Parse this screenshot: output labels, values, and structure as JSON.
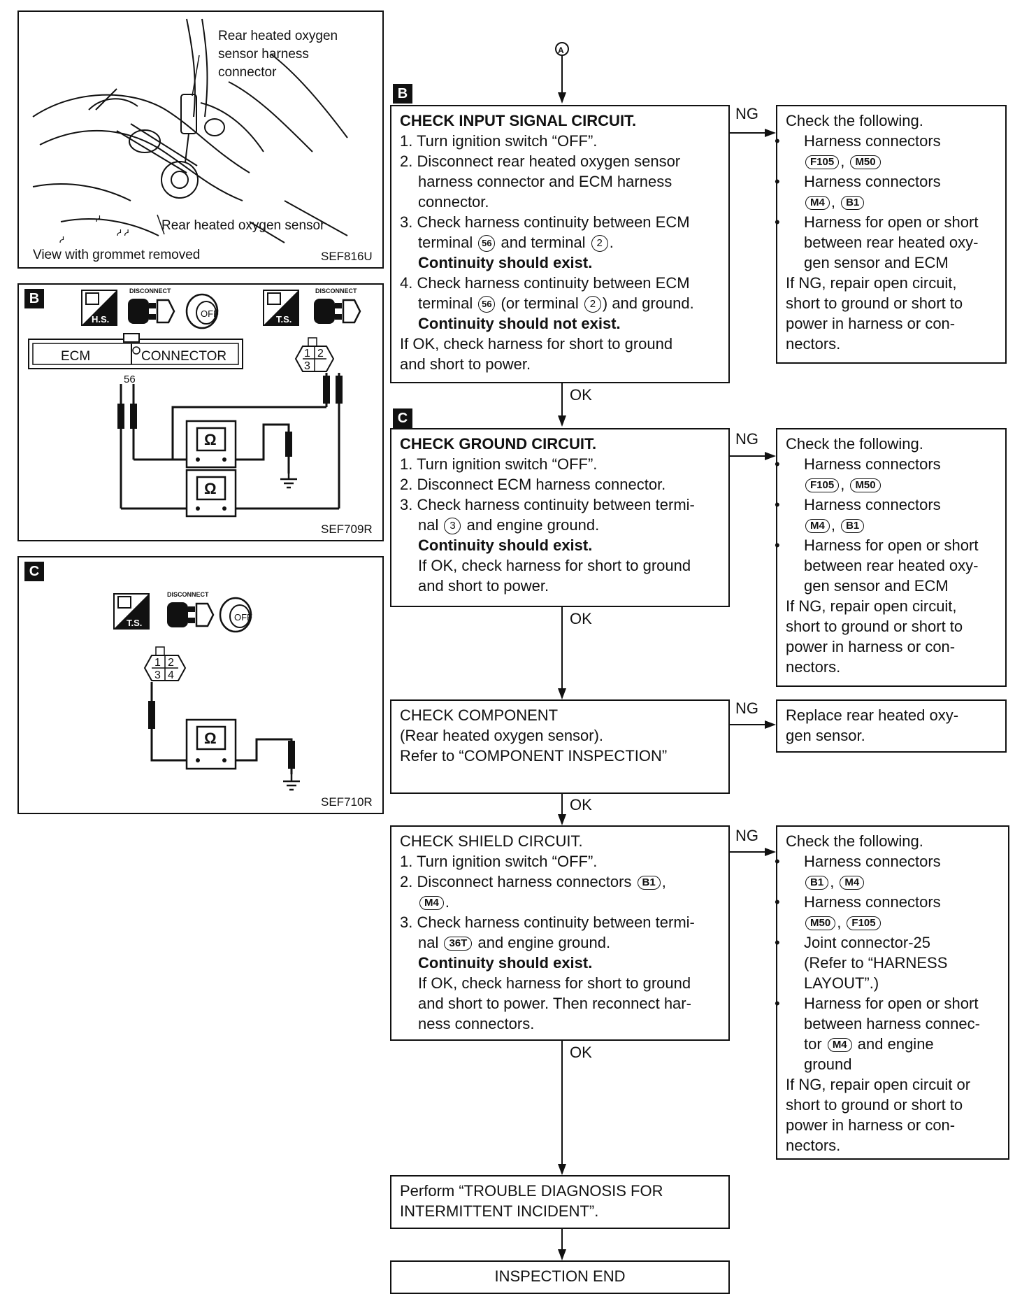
{
  "figures": {
    "sef816u": {
      "label_connector": [
        "Rear heated oxygen",
        "sensor harness",
        "connector"
      ],
      "label_sensor": "Rear heated oxygen sensor",
      "label_view": "View with grommet removed",
      "code": "SEF816U"
    },
    "sef709r": {
      "step": "B",
      "ecm": "ECM",
      "connector": "CONNECTOR",
      "terminal": "56",
      "pins": [
        "1",
        "2",
        "3"
      ],
      "hs": "H.S.",
      "ts": "T.S.",
      "disconnect": "DISCONNECT",
      "off": "OFF",
      "ohm": "Ω",
      "code": "SEF709R"
    },
    "sef710r": {
      "step": "C",
      "pins": [
        "1",
        "2",
        "3",
        "4"
      ],
      "ts": "T.S.",
      "disconnect": "DISCONNECT",
      "off": "OFF",
      "ohm": "Ω",
      "code": "SEF710R"
    }
  },
  "flow": {
    "start_marker": "A",
    "ng": "NG",
    "ok": "OK",
    "step_b": {
      "letter": "B",
      "title": "CHECK INPUT SIGNAL CIRCUIT.",
      "l1": "1. Turn ignition switch “OFF”.",
      "l2a": "2. Disconnect rear heated oxygen sensor",
      "l2b": "harness connector and ECM harness",
      "l2c": "connector.",
      "l3a": "3. Check harness continuity between ECM",
      "l3b_pre": "terminal",
      "l3b_t1": "56",
      "l3b_mid": "and terminal",
      "l3b_t2": "2",
      "l3c": "Continuity should exist.",
      "l4a": "4. Check harness continuity between ECM",
      "l4b_pre": "terminal",
      "l4b_t1": "56",
      "l4b_mid": "(or terminal",
      "l4b_t2": "2",
      "l4b_post": ") and ground.",
      "l4c": "Continuity should not exist.",
      "l5": "If OK, check harness for short to ground",
      "l6": "and short to power."
    },
    "step_b_ng": {
      "title": "Check the following.",
      "b1": "Harness connectors",
      "b1c": [
        "F105",
        "M50"
      ],
      "b2": "Harness connectors",
      "b2c": [
        "M4",
        "B1"
      ],
      "b3a": "Harness for open or short",
      "b3b": "between rear heated oxy-",
      "b3c": "gen sensor and ECM",
      "r1": "If NG, repair open circuit,",
      "r2": "short to ground or short to",
      "r3": "power in harness or con-",
      "r4": "nectors."
    },
    "step_c": {
      "letter": "C",
      "title": "CHECK GROUND CIRCUIT.",
      "l1": "1. Turn ignition switch “OFF”.",
      "l2": "2. Disconnect ECM harness connector.",
      "l3a": "3. Check harness continuity between termi-",
      "l3b_pre": "nal",
      "l3b_t": "3",
      "l3b_post": "and engine ground.",
      "l3c": "Continuity should exist.",
      "l4": "If OK, check harness for short to ground",
      "l5": "and short to power."
    },
    "step_c_ng": {
      "title": "Check the following.",
      "b1": "Harness connectors",
      "b1c": [
        "F105",
        "M50"
      ],
      "b2": "Harness connectors",
      "b2c": [
        "M4",
        "B1"
      ],
      "b3a": "Harness for open or short",
      "b3b": "between rear heated oxy-",
      "b3c": "gen sensor and ECM",
      "r1": "If NG, repair open circuit,",
      "r2": "short to ground or short to",
      "r3": "power in harness or con-",
      "r4": "nectors."
    },
    "component": {
      "l1": "CHECK COMPONENT",
      "l2": "(Rear heated oxygen sensor).",
      "l3": "Refer to “COMPONENT INSPECTION”"
    },
    "component_ng": {
      "l1": "Replace rear heated oxy-",
      "l2": "gen sensor."
    },
    "shield": {
      "title": "CHECK SHIELD CIRCUIT.",
      "l1": "1. Turn ignition switch “OFF”.",
      "l2_pre": "2. Disconnect harness connectors",
      "l2_c1": "B1",
      "l2_c2": "M4",
      "l3a": "3. Check harness continuity between termi-",
      "l3b_pre": "nal",
      "l3b_c": "36T",
      "l3b_post": "and engine ground.",
      "l3c": "Continuity should exist.",
      "l4": "If OK, check harness for short to ground",
      "l5": "and short to power. Then reconnect har-",
      "l6": "ness connectors."
    },
    "shield_ng": {
      "title": "Check the following.",
      "b1": "Harness connectors",
      "b1c": [
        "B1",
        "M4"
      ],
      "b2": "Harness connectors",
      "b2c": [
        "M50",
        "F105"
      ],
      "b3a": "Joint connector-25",
      "b3b": "(Refer to “HARNESS",
      "b3c": "LAYOUT”.)",
      "b4a": "Harness for open or short",
      "b4b": "between harness connec-",
      "b4c_pre": "tor",
      "b4c_c": "M4",
      "b4c_post": "and engine",
      "b4d": "ground",
      "r1": "If NG, repair open circuit or",
      "r2": "short to ground or short to",
      "r3": "power in harness or con-",
      "r4": "nectors."
    },
    "intermittent": {
      "l1": "Perform “TROUBLE DIAGNOSIS FOR",
      "l2": "INTERMITTENT INCIDENT”."
    },
    "end": "INSPECTION END"
  }
}
